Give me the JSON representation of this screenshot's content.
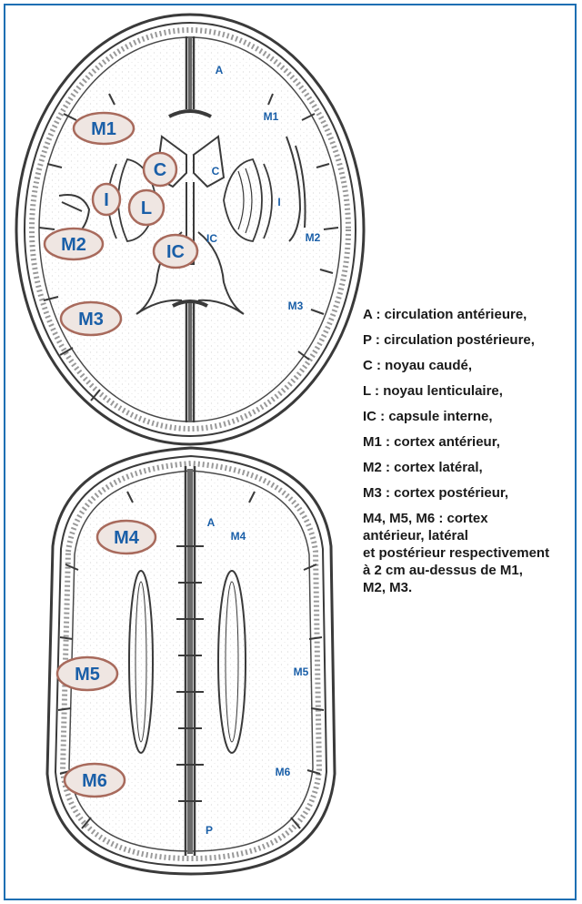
{
  "colors": {
    "border": "#1c6fb3",
    "label": "#1a5fa8",
    "oval_fill": "#efe6e2",
    "oval_stroke": "#a86a5c",
    "ink": "#3a3a3a"
  },
  "upper_brain": {
    "oval_labels": {
      "m1": "M1",
      "c": "C",
      "i": "I",
      "l": "L",
      "m2": "M2",
      "ic": "IC",
      "m3": "M3"
    },
    "side_labels": {
      "a": "A",
      "m1": "M1",
      "c": "C",
      "i": "I",
      "ic": "IC",
      "m2": "M2",
      "m3": "M3"
    }
  },
  "lower_brain": {
    "oval_labels": {
      "m4": "M4",
      "m5": "M5",
      "m6": "M6"
    },
    "side_labels": {
      "a": "A",
      "m4": "M4",
      "m5": "M5",
      "m6": "M6",
      "p": "P"
    }
  },
  "legend": {
    "items": [
      "A : circulation antérieure,",
      "P : circulation postérieure,",
      "C : noyau caudé,",
      "L : noyau lenticulaire,",
      "IC : capsule interne,",
      "M1 : cortex antérieur,",
      "M2 : cortex latéral,",
      "M3 : cortex postérieur,"
    ],
    "last_lines": [
      "M4, M5, M6 : cortex",
      "antérieur, latéral",
      "et postérieur respectivement",
      "à 2 cm au-dessus de M1,",
      "M2, M3."
    ]
  }
}
